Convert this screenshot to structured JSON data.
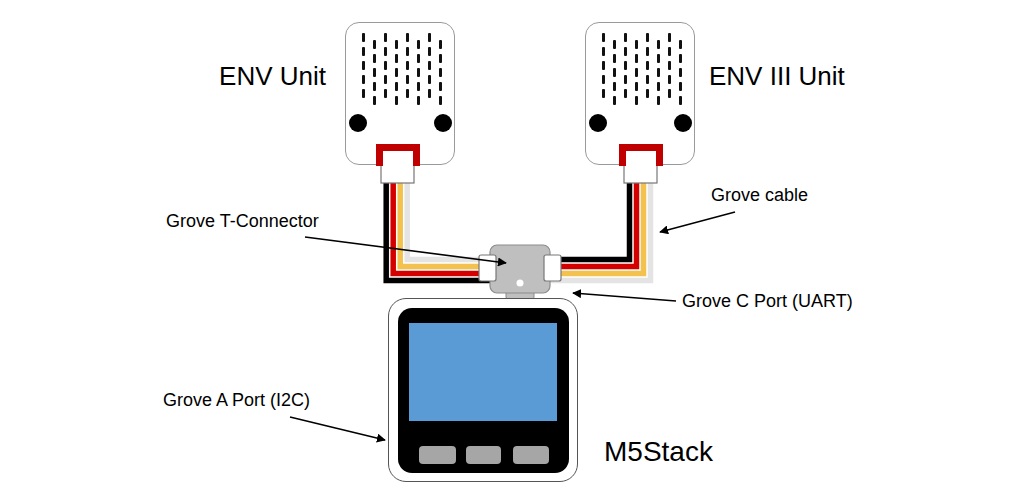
{
  "diagram": {
    "nodes": [
      {
        "text": [
          "ENV Unit"
        ]
      },
      {
        "text": [
          "ENV III Unit"
        ]
      },
      {
        "text": [
          "M5Stack"
        ]
      }
    ],
    "edges": [
      {
        "from": 0,
        "to": 2,
        "arrow": "none"
      },
      {
        "from": 1,
        "to": 2,
        "arrow": "none"
      }
    ],
    "labels": [
      "Grove T-Connector",
      "Grove cable",
      "Grove C Port (UART)",
      "Grove A Port (I2C)"
    ]
  }
}
